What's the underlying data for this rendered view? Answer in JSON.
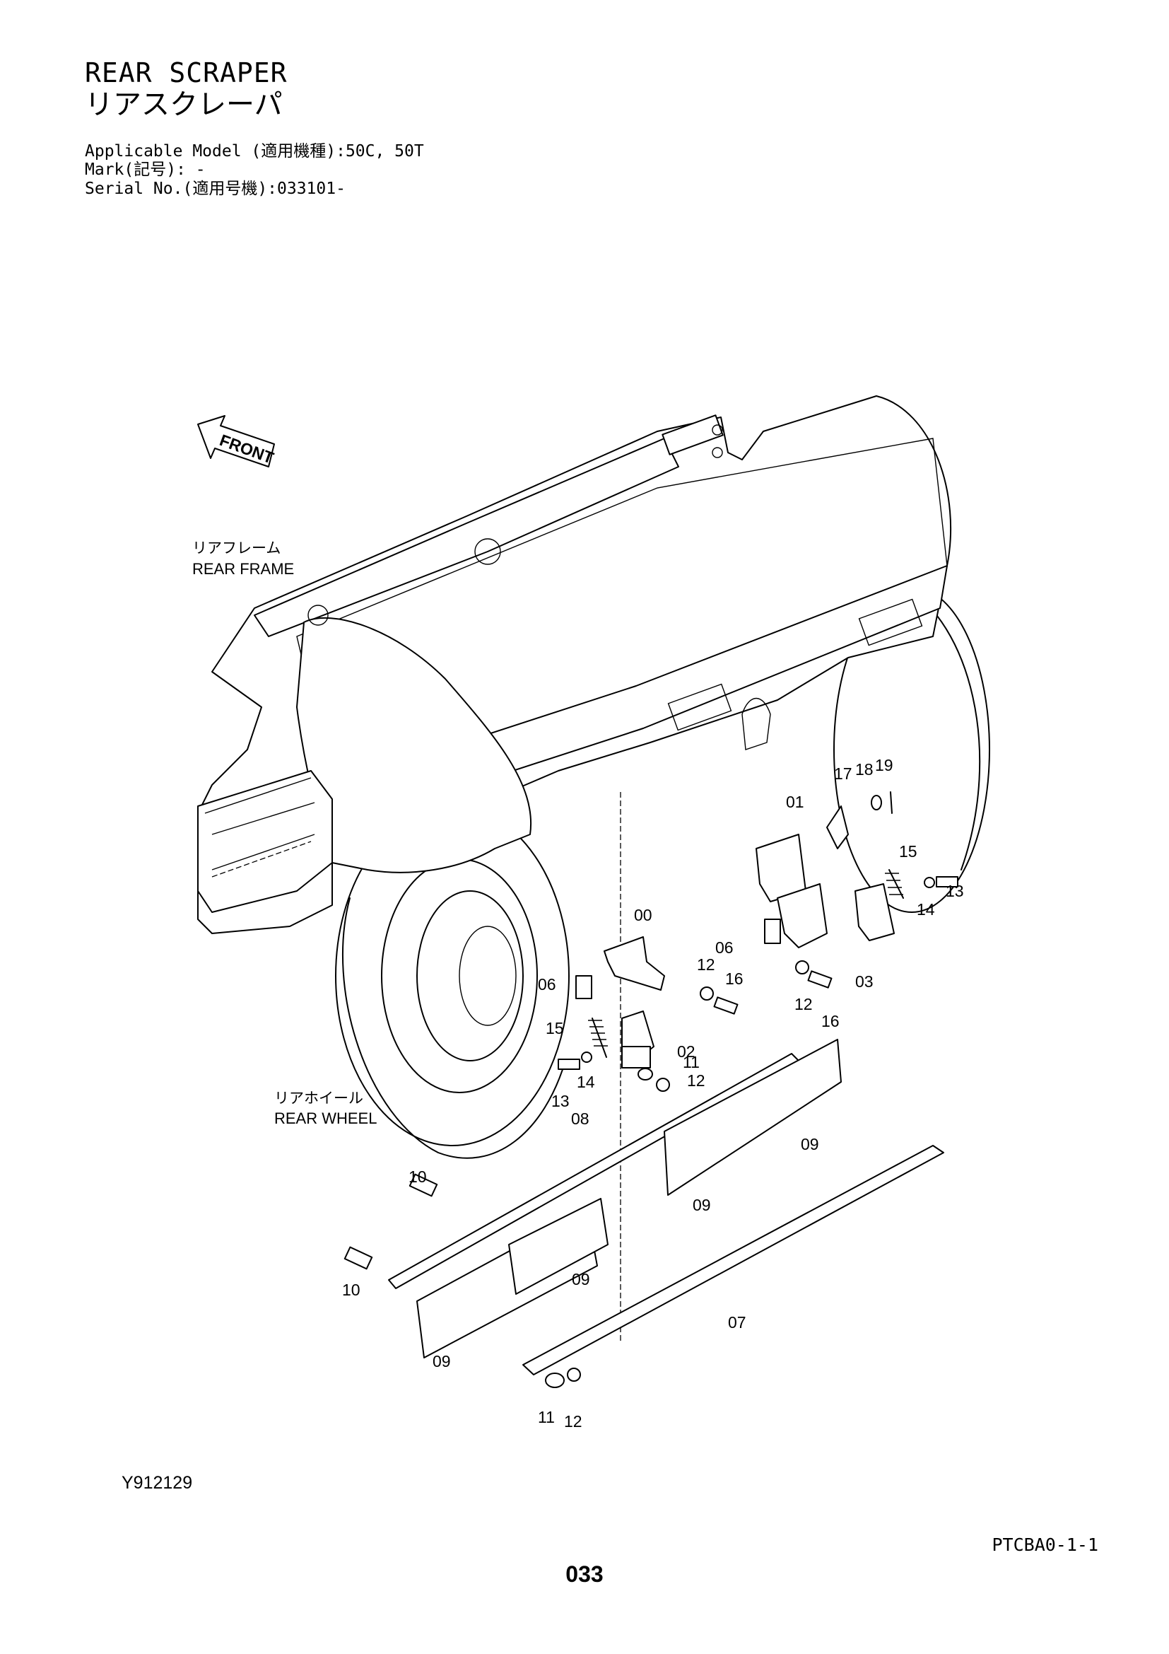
{
  "header": {
    "title_en": "REAR SCRAPER",
    "title_jp": "リアスクレーパ",
    "applicable_model": "Applicable Model (適用機種):50C, 50T",
    "mark": "Mark(記号): -",
    "serial_no": "Serial No.(適用号機):033101-"
  },
  "diagram": {
    "front_label": "FRONT",
    "callouts": {
      "rear_frame_jp": "リアフレーム",
      "rear_frame_en": "REAR FRAME",
      "rear_wheel_jp": "リアホイール",
      "rear_wheel_en": "REAR WHEEL"
    },
    "parts": [
      "00",
      "01",
      "02",
      "03",
      "06",
      "06",
      "07",
      "08",
      "09",
      "09",
      "09",
      "09",
      "10",
      "10",
      "11",
      "11",
      "12",
      "12",
      "12",
      "12",
      "13",
      "13",
      "14",
      "14",
      "15",
      "15",
      "16",
      "16",
      "17",
      "18",
      "19"
    ]
  },
  "footer": {
    "figure_id": "Y912129",
    "doc_code": "PTCBA0-1-1",
    "page_number": "033"
  }
}
